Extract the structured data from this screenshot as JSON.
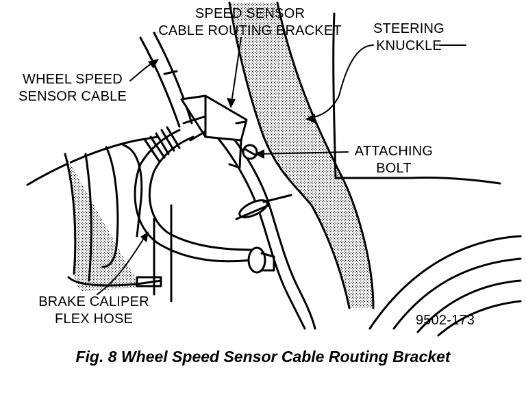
{
  "labels": {
    "speed_sensor_bracket_line1": "SPEED SENSOR",
    "speed_sensor_bracket_line2": "CABLE ROUTING BRACKET",
    "steering_knuckle_line1": "STEERING",
    "steering_knuckle_line2": "KNUCKLE",
    "wheel_speed_cable_line1": "WHEEL SPEED",
    "wheel_speed_cable_line2": "SENSOR CABLE",
    "attaching_bolt_line1": "ATTACHING",
    "attaching_bolt_line2": "BOLT",
    "brake_hose_line1": "BRAKE CALIPER",
    "brake_hose_line2": "FLEX HOSE",
    "figure_number": "9502-173"
  },
  "caption": "Fig. 8 Wheel Speed Sensor Cable Routing Bracket"
}
